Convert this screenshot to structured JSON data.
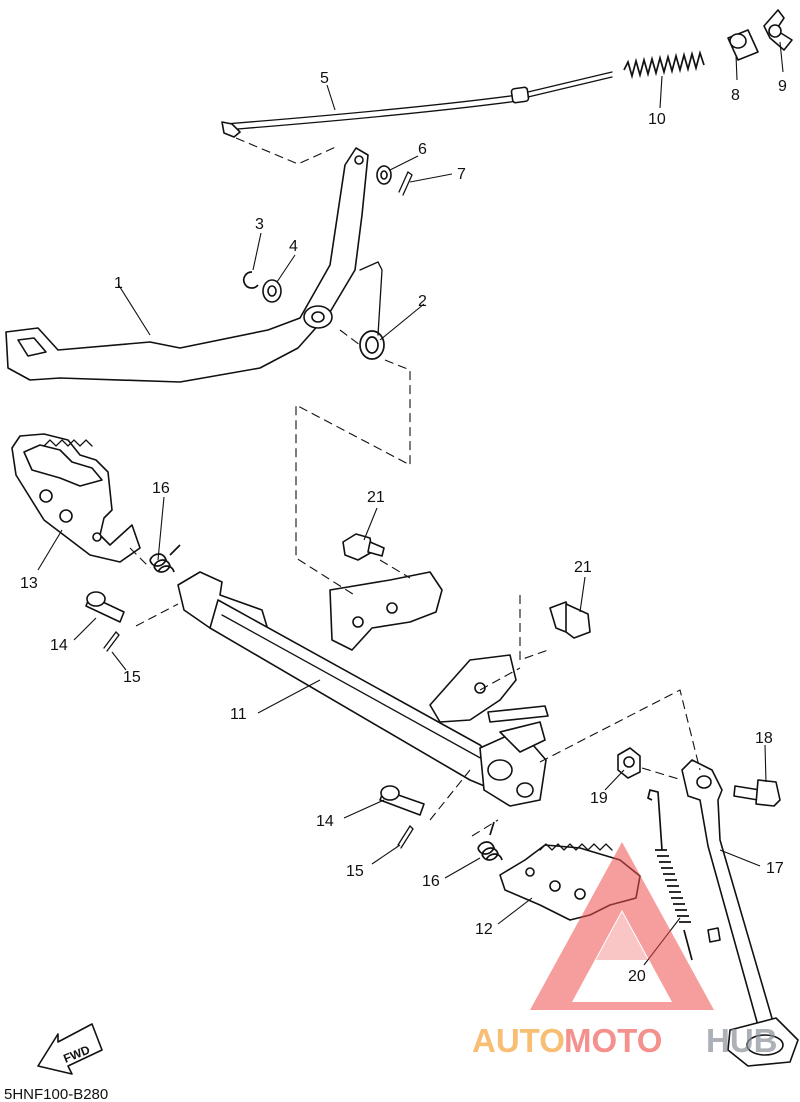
{
  "drawing_code": "5HNF100-B280",
  "fwd_label": "FWD",
  "watermark": {
    "part1": "AUTO",
    "part2": "MOTO",
    "part3": "HUB",
    "color_red": "#ef4f4f",
    "color_orange": "#f4a33a",
    "color_gray": "#8a8f99"
  },
  "callouts": {
    "c1": "1",
    "c2": "2",
    "c3": "3",
    "c4": "4",
    "c5": "5",
    "c6": "6",
    "c7": "7",
    "c8": "8",
    "c9": "9",
    "c10": "10",
    "c11": "11",
    "c12": "12",
    "c13": "13",
    "c14a": "14",
    "c14b": "14",
    "c15a": "15",
    "c15b": "15",
    "c16a": "16",
    "c16b": "16",
    "c17": "17",
    "c18": "18",
    "c19": "19",
    "c20": "20",
    "c21a": "21",
    "c21b": "21"
  }
}
